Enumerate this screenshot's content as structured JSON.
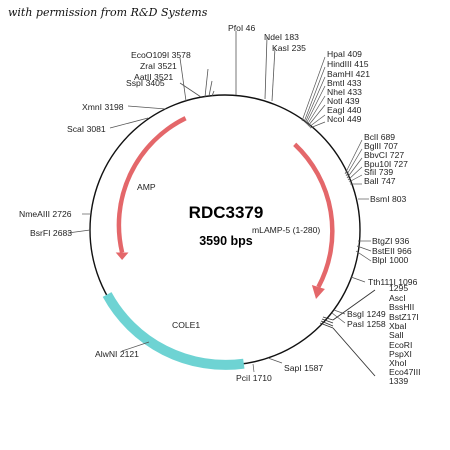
{
  "caption": "with permission from R&D Systems",
  "plasmid": {
    "name": "RDC3379",
    "size": "3590 bps"
  },
  "features": {
    "amp": {
      "label": "AMP",
      "color": "#e4676a"
    },
    "insert": {
      "label": "mLAMP-5 (1-280)",
      "color": "#e4676a"
    },
    "cole1": {
      "label": "COLE1",
      "color": "#6ed3d3"
    }
  },
  "sites": {
    "pfoi": "PfoI 46",
    "ndei": "NdeI 183",
    "kasi": "KasI 235",
    "hpai": "HpaI 409",
    "hindiii": "HindIII 415",
    "bamhi": "BamHI 421",
    "bmti": "BmtI 433",
    "nhei": "NheI 433",
    "noti": "NotI 439",
    "eagi": "EagI 440",
    "ncoi": "NcoI 449",
    "bcli": "BclI 689",
    "bglii": "BglII 707",
    "bbvci": "BbvCI 727",
    "bpu10i": "Bpu10I 727",
    "sfii": "SfiI 739",
    "bali": "BalI 747",
    "bsmi": "BsmI 803",
    "btgzi": "BtgZI 936",
    "bsteii": "BstEII 966",
    "blpi": "BlpI 1000",
    "tth111i": "Tth111I 1096",
    "bsgi": "BsgI 1249",
    "pasi": "PasI 1258",
    "mcs2": [
      "1295",
      "AscI",
      "BssHII",
      "BstZ17I",
      "XbaI",
      "SalI",
      "EcoRI",
      "PspXI",
      "XhoI",
      "Eco47III",
      "1339"
    ],
    "sapi": "SapI 1587",
    "pcii": "PciI 1710",
    "alwni": "AlwNI 2121",
    "bsrfi": "BsrFI 2683",
    "nmeaiii": "NmeAIII 2726",
    "scai": "ScaI 3081",
    "xmni": "XmnI 3198",
    "sspi": "SspI 3405",
    "aatii": "AatII 3521",
    "zrai": "ZraI 3521",
    "ecoo109i": "EcoO109I 3578"
  }
}
